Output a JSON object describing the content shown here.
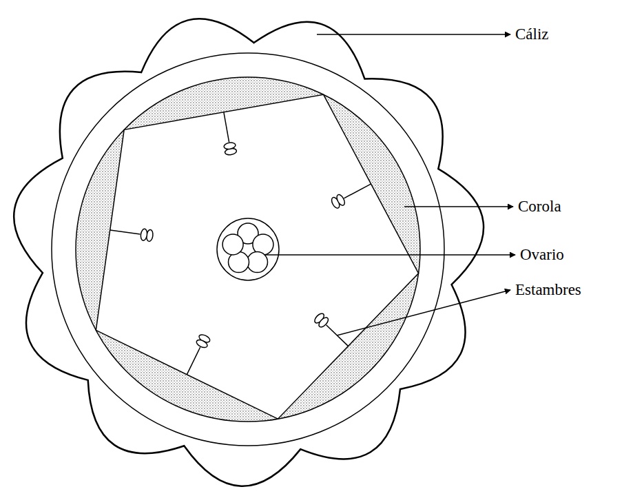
{
  "diagram": {
    "labels": [
      "Cáliz",
      "Corola",
      "Ovario",
      "Estambres"
    ]
  }
}
